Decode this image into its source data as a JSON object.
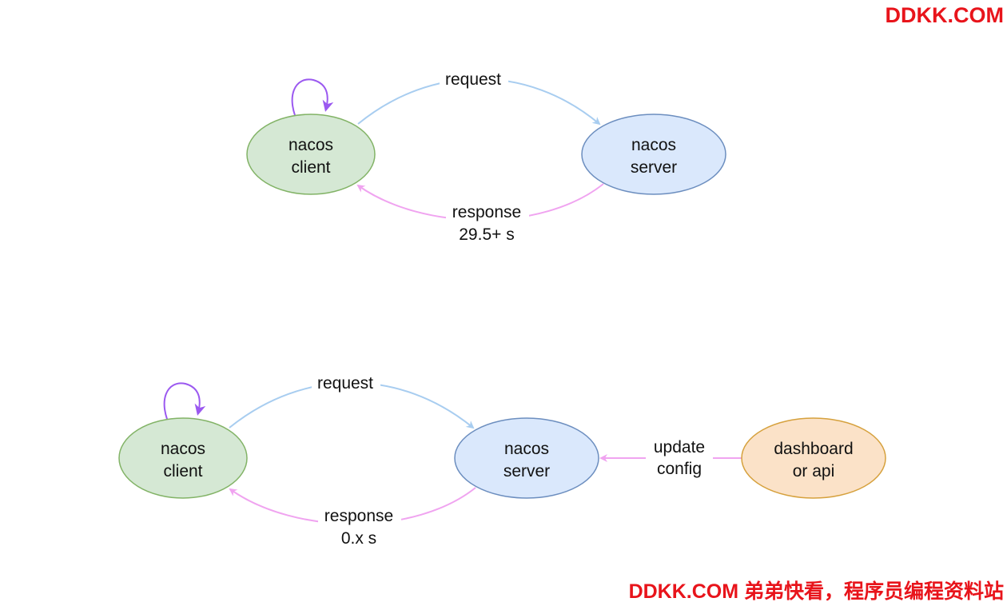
{
  "watermark": {
    "top": "DDKK.COM",
    "bottom": "DDKK.COM 弟弟快看，程序员编程资料站"
  },
  "colors": {
    "client_fill": "#d5e8d4",
    "client_stroke": "#82b366",
    "server_fill": "#dae8fc",
    "server_stroke": "#6c8ebf",
    "dashboard_fill": "#fbe2c8",
    "dashboard_stroke": "#d6a13d",
    "request_edge": "#a8cdf0",
    "response_edge": "#f0a4f0",
    "loop_edge": "#9b59f0",
    "watermark": "#e8141b"
  },
  "diagram1": {
    "client": {
      "line1": "nacos",
      "line2": "client"
    },
    "server": {
      "line1": "nacos",
      "line2": "server"
    },
    "request_label": "request",
    "response_label": {
      "line1": "response",
      "line2": "29.5+ s"
    }
  },
  "diagram2": {
    "client": {
      "line1": "nacos",
      "line2": "client"
    },
    "server": {
      "line1": "nacos",
      "line2": "server"
    },
    "dashboard": {
      "line1": "dashboard",
      "line2": "or api"
    },
    "request_label": "request",
    "response_label": {
      "line1": "response",
      "line2": "0.x s"
    },
    "update_label": {
      "line1": "update",
      "line2": "config"
    }
  }
}
